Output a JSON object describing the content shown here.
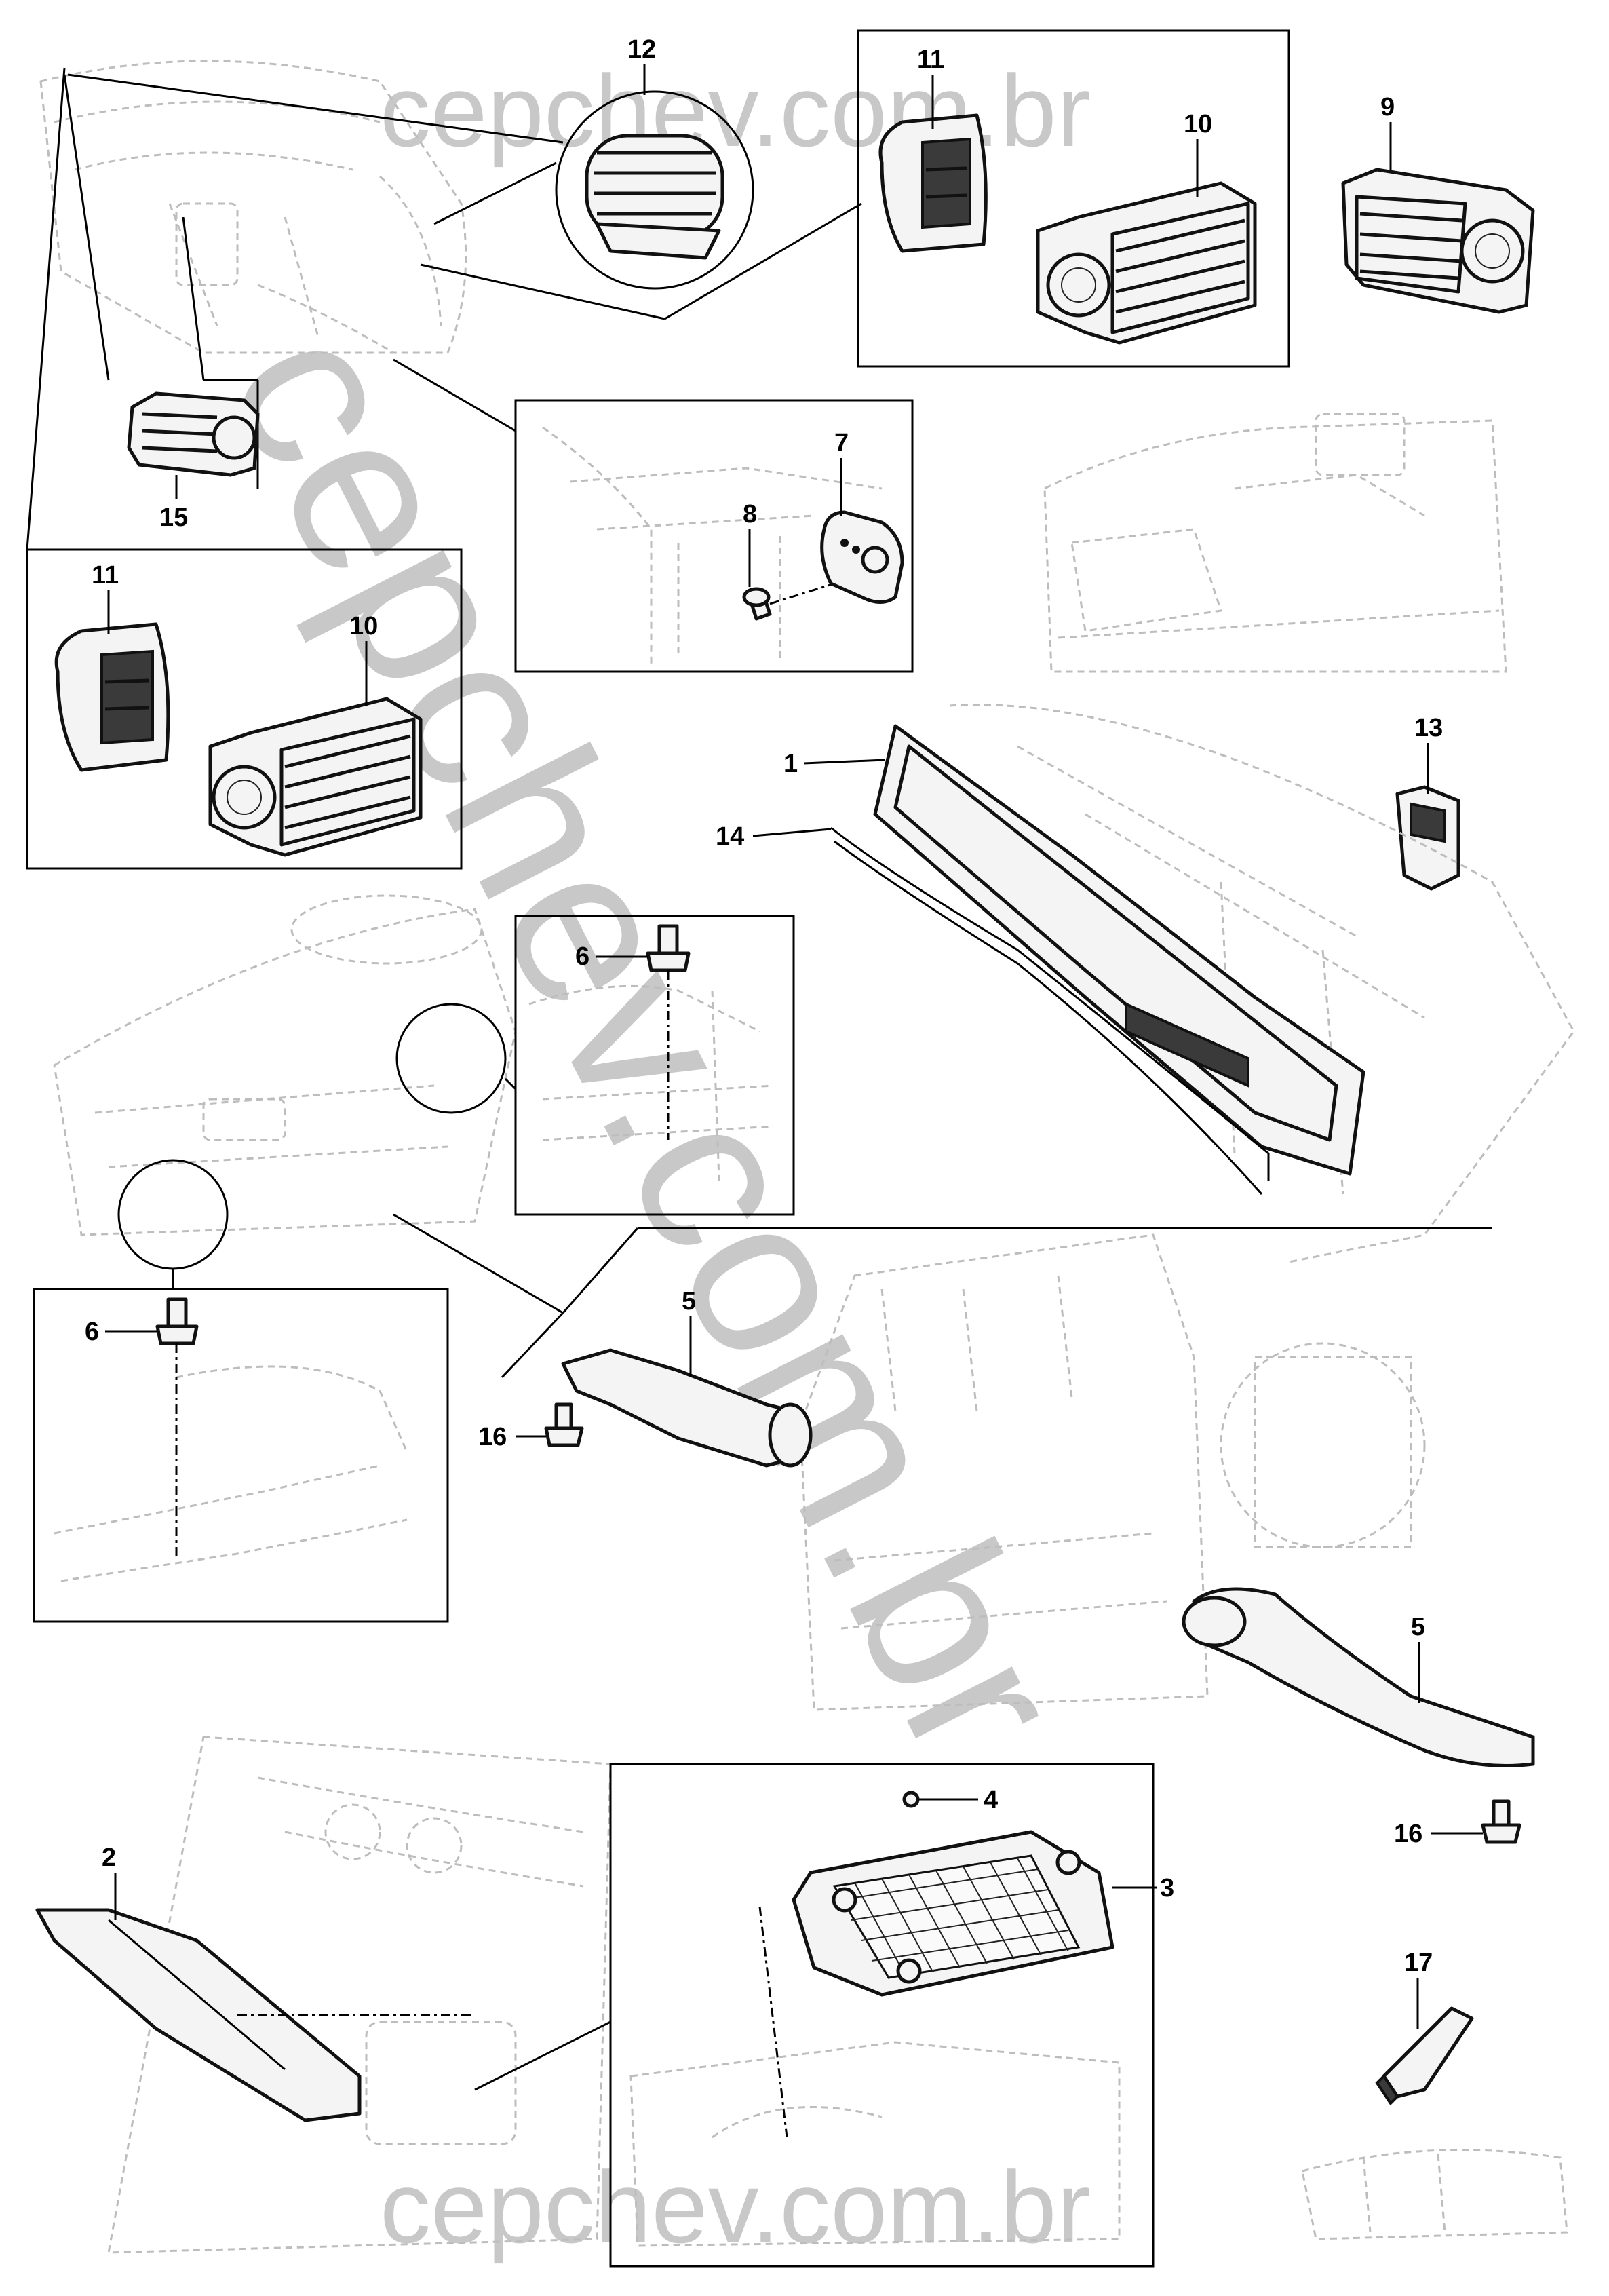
{
  "watermark": {
    "top": "cepchev.com.br",
    "diagonal": "cepchev.com.br",
    "bottom": "cepchev.com.br"
  },
  "callouts": {
    "c1": "1",
    "c2": "2",
    "c3": "3",
    "c4": "4",
    "c5a": "5",
    "c5b": "5",
    "c6a": "6",
    "c6b": "6",
    "c7": "7",
    "c8": "8",
    "c9": "9",
    "c10a": "10",
    "c10b": "10",
    "c11a": "11",
    "c11b": "11",
    "c12": "12",
    "c13": "13",
    "c14": "14",
    "c15": "15",
    "c16a": "16",
    "c16b": "16",
    "c17": "17"
  }
}
